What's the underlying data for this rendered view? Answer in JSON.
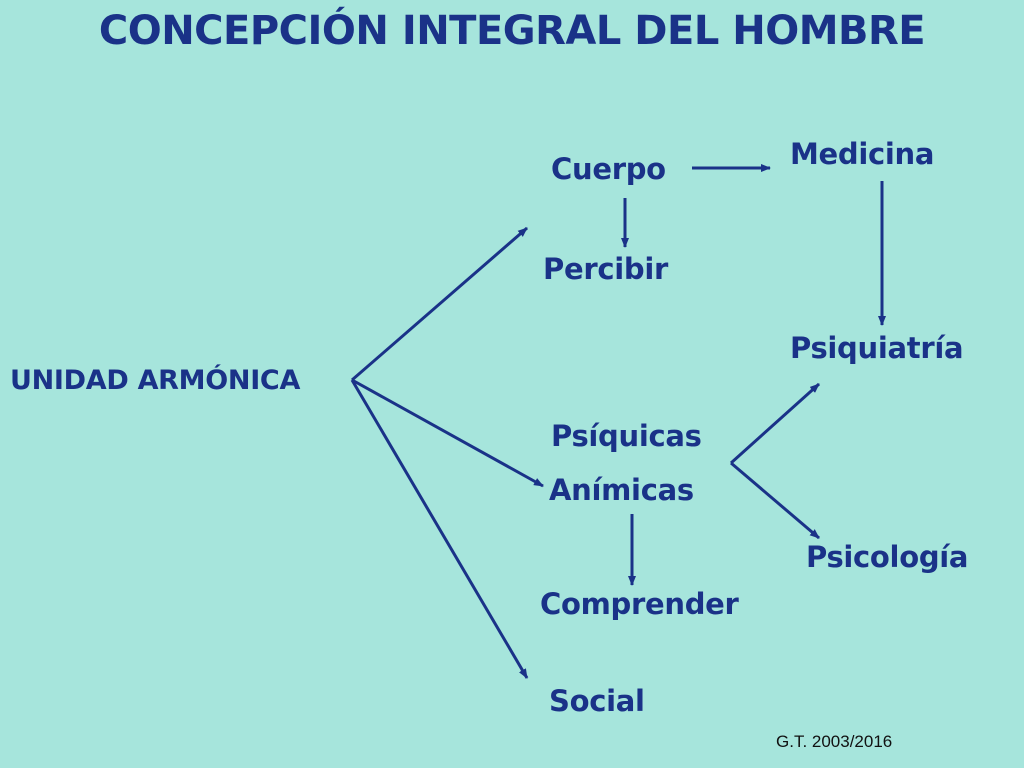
{
  "title": "CONCEPCIÓN INTEGRAL DEL HOMBRE",
  "nodes": {
    "unidad": "UNIDAD ARMÓNICA",
    "cuerpo": "Cuerpo",
    "percibir": "Percibir",
    "medicina": "Medicina",
    "psiquiatria": "Psiquiatría",
    "psiquicas": "Psíquicas",
    "animicas": "Anímicas",
    "comprender": "Comprender",
    "psicologia": "Psicología",
    "social": "Social"
  },
  "credit": "G.T. 2003/2016",
  "colors": {
    "background": "#a6e5dc",
    "text": "#1a3288",
    "arrow": "#1a3288"
  },
  "edges": [
    {
      "from": "unidad",
      "to": "cuerpo"
    },
    {
      "from": "unidad",
      "to": "animicas"
    },
    {
      "from": "unidad",
      "to": "social"
    },
    {
      "from": "cuerpo",
      "to": "medicina"
    },
    {
      "from": "cuerpo",
      "to": "percibir"
    },
    {
      "from": "medicina",
      "to": "psiquiatria"
    },
    {
      "from": "animicas",
      "to": "psiquiatria"
    },
    {
      "from": "animicas",
      "to": "psicologia"
    },
    {
      "from": "animicas",
      "to": "comprender"
    }
  ]
}
